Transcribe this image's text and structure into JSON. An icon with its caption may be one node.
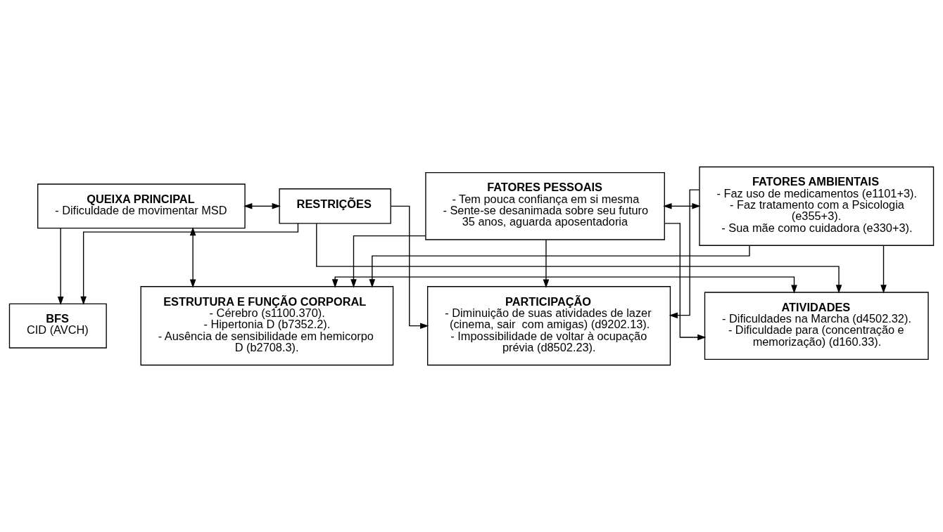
{
  "diagram": {
    "nodes": [
      {
        "text": [
          "BFS",
          "CID (AVCH)"
        ]
      },
      {
        "text": [
          "QUEIXA PRINCIPAL",
          "- Dificuldade de movimentar MSD"
        ]
      },
      {
        "text": [
          "RESTRIÇÕES"
        ]
      },
      {
        "text": [
          "ESTRUTURA E FUNÇÃO CORPORAL",
          "- Cérebro (s1100.370).",
          "- Hipertonia D (b7352.2).",
          "- Ausência de sensibilidade em hemicorpo D (b2708.3)."
        ]
      },
      {
        "text": [
          "ATIVIDADES",
          "- Dificuldades na Marcha (d4502.32).",
          "- Dificuldade para (concentração e memorização) (d160.33)."
        ]
      },
      {
        "text": [
          "PARTICIPAÇÃO",
          "- Diminuição de suas atividades de lazer (cinema, sair  com amigas) (d9202.13).",
          "- Impossibilidade de voltar à ocupação prévia (d8502.23)."
        ]
      },
      {
        "text": [
          "FATORES PESSOAIS",
          "- Tem pouca confiança em si mesma",
          "- Sente-se desanimada sobre seu futuro",
          "35 anos, aguarda aposentadoria"
        ]
      },
      {
        "text": [
          "FATORES AMBIENTAIS",
          "- Faz uso de medicamentos (e1101+3).",
          "- Faz tratamento com a Psicologia (e355+3).",
          "- Sua mãe como cuidadora (e330+3)."
        ]
      }
    ],
    "edges": [
      {
        "from": 1,
        "to": 2,
        "arrow": "both"
      },
      {
        "from": 1,
        "to": 0,
        "arrow": "to"
      },
      {
        "from": 2,
        "to": 0,
        "arrow": "to"
      },
      {
        "from": 2,
        "to": 4,
        "arrow": "to"
      },
      {
        "from": 2,
        "to": 5,
        "arrow": "to"
      },
      {
        "from": 1,
        "to": 3,
        "arrow": "both"
      },
      {
        "from": 3,
        "to": 4,
        "arrow": "both"
      },
      {
        "from": 6,
        "to": 7,
        "arrow": "both"
      },
      {
        "from": 6,
        "to": 3,
        "arrow": "to"
      },
      {
        "from": 6,
        "to": 4,
        "arrow": "to"
      },
      {
        "from": 6,
        "to": 5,
        "arrow": "to"
      },
      {
        "from": 7,
        "to": 3,
        "arrow": "to"
      },
      {
        "from": 7,
        "to": 4,
        "arrow": "to"
      },
      {
        "from": 7,
        "to": 5,
        "arrow": "to"
      }
    ]
  }
}
